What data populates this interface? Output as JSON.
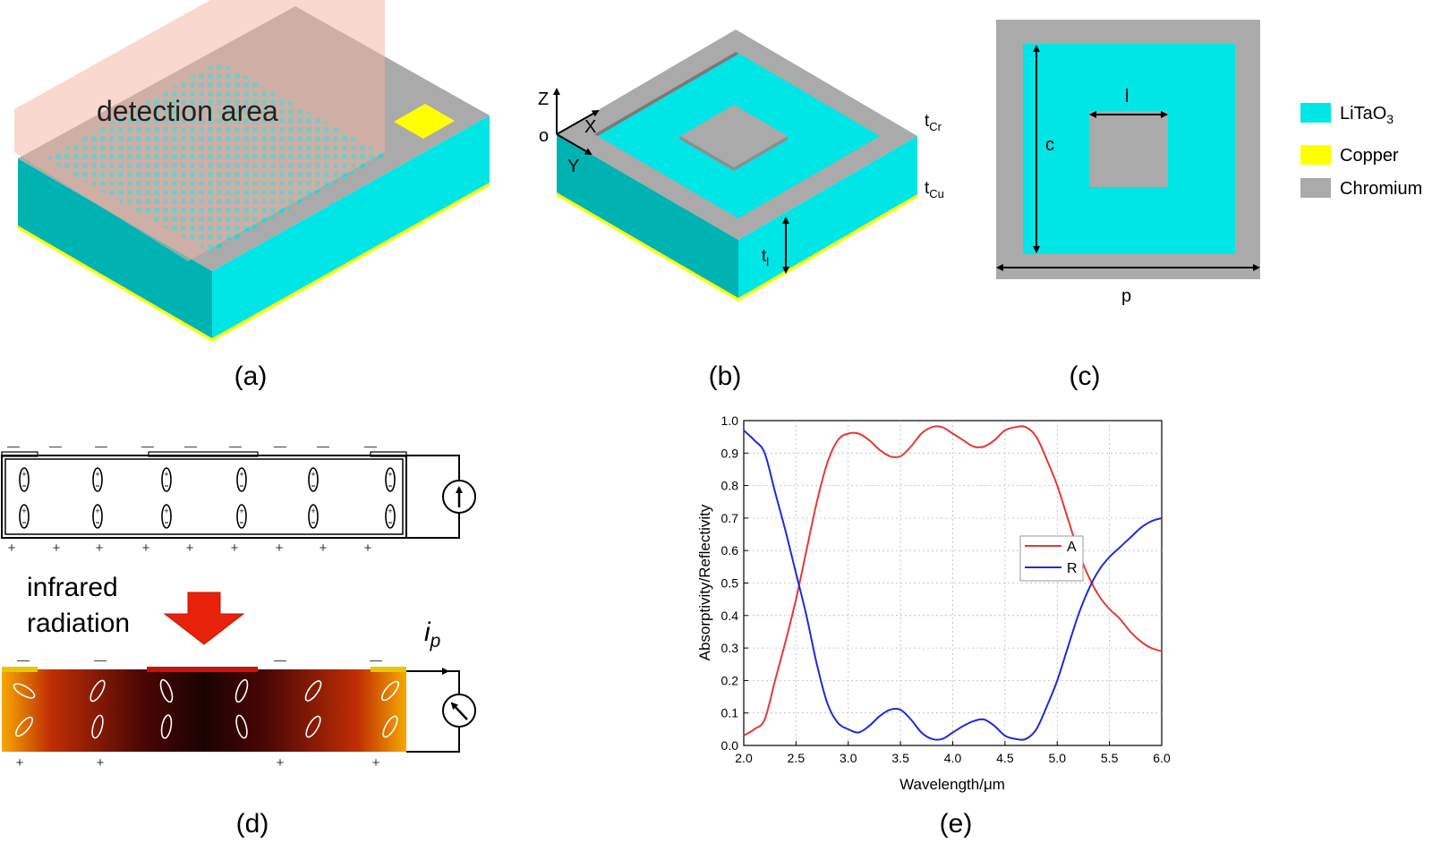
{
  "panels": {
    "a": {
      "label": "(a)",
      "annotation": "detection area"
    },
    "b": {
      "label": "(b)",
      "axes": {
        "z": "Z",
        "x": "X",
        "y": "Y",
        "origin": "o"
      },
      "t_cr": {
        "base": "t",
        "sub": "Cr"
      },
      "t_cu": {
        "base": "t",
        "sub": "Cu"
      },
      "t_l": {
        "base": "t",
        "sub": "l"
      }
    },
    "c": {
      "label": "(c)",
      "dim_l": "l",
      "dim_c": "c",
      "dim_p": "p"
    },
    "d": {
      "label": "(d)",
      "radiation_line1": "infrared",
      "radiation_line2": "radiation",
      "current_base": "i",
      "current_sub": "p",
      "charge_minus": "—",
      "charge_plus": "+"
    },
    "e": {
      "label": "(e)"
    }
  },
  "legend": {
    "items": [
      {
        "label": "LiTaO",
        "sub": "3",
        "color": "#00E5E5"
      },
      {
        "label": "Copper",
        "sub": "",
        "color": "#FFFF00"
      },
      {
        "label": "Chromium",
        "sub": "",
        "color": "#AAAAAA"
      }
    ]
  },
  "materials": {
    "litao3": "#00E5E5",
    "litao3_side": "#00B3B3",
    "copper": "#FFFF00",
    "chromium": "#AAAAAA",
    "chromium_dark": "#8E8E8E"
  },
  "chart_data": {
    "type": "line",
    "xlabel": "Wavelength/μm",
    "ylabel": "Absorptivity/Reflectivity",
    "xlim": [
      2.0,
      6.0
    ],
    "ylim": [
      0.0,
      1.0
    ],
    "xticks": [
      "2.0",
      "2.5",
      "3.0",
      "3.5",
      "4.0",
      "4.5",
      "5.0",
      "5.5",
      "6.0"
    ],
    "yticks": [
      "0.0",
      "0.1",
      "0.2",
      "0.3",
      "0.4",
      "0.5",
      "0.6",
      "0.7",
      "0.8",
      "0.9",
      "1.0"
    ],
    "grid": true,
    "legend_position": "center-right",
    "series": [
      {
        "name": "A",
        "color": "#E53935",
        "x": [
          2.0,
          2.1,
          2.2,
          2.3,
          2.4,
          2.5,
          2.6,
          2.7,
          2.8,
          2.9,
          3.0,
          3.1,
          3.2,
          3.3,
          3.4,
          3.5,
          3.6,
          3.7,
          3.8,
          3.9,
          4.0,
          4.1,
          4.2,
          4.3,
          4.4,
          4.5,
          4.6,
          4.7,
          4.8,
          4.9,
          5.0,
          5.1,
          5.2,
          5.3,
          5.4,
          5.5,
          5.6,
          5.7,
          5.8,
          5.9,
          6.0
        ],
        "y": [
          0.03,
          0.05,
          0.08,
          0.2,
          0.32,
          0.45,
          0.6,
          0.75,
          0.87,
          0.94,
          0.96,
          0.96,
          0.94,
          0.91,
          0.89,
          0.89,
          0.92,
          0.96,
          0.98,
          0.98,
          0.96,
          0.94,
          0.92,
          0.92,
          0.94,
          0.97,
          0.98,
          0.98,
          0.95,
          0.88,
          0.8,
          0.7,
          0.6,
          0.52,
          0.46,
          0.42,
          0.39,
          0.35,
          0.32,
          0.3,
          0.29
        ]
      },
      {
        "name": "R",
        "color": "#1E2BD6",
        "x": [
          2.0,
          2.1,
          2.2,
          2.3,
          2.4,
          2.5,
          2.6,
          2.7,
          2.8,
          2.9,
          3.0,
          3.1,
          3.2,
          3.3,
          3.4,
          3.5,
          3.6,
          3.7,
          3.8,
          3.9,
          4.0,
          4.1,
          4.2,
          4.3,
          4.4,
          4.5,
          4.6,
          4.7,
          4.8,
          4.9,
          5.0,
          5.1,
          5.2,
          5.3,
          5.4,
          5.5,
          5.6,
          5.7,
          5.8,
          5.9,
          6.0
        ],
        "y": [
          0.97,
          0.94,
          0.9,
          0.78,
          0.66,
          0.53,
          0.4,
          0.25,
          0.13,
          0.07,
          0.05,
          0.04,
          0.06,
          0.09,
          0.11,
          0.11,
          0.08,
          0.04,
          0.02,
          0.02,
          0.04,
          0.06,
          0.075,
          0.08,
          0.06,
          0.03,
          0.02,
          0.02,
          0.05,
          0.12,
          0.2,
          0.3,
          0.4,
          0.48,
          0.54,
          0.58,
          0.61,
          0.64,
          0.67,
          0.69,
          0.7
        ]
      }
    ]
  }
}
